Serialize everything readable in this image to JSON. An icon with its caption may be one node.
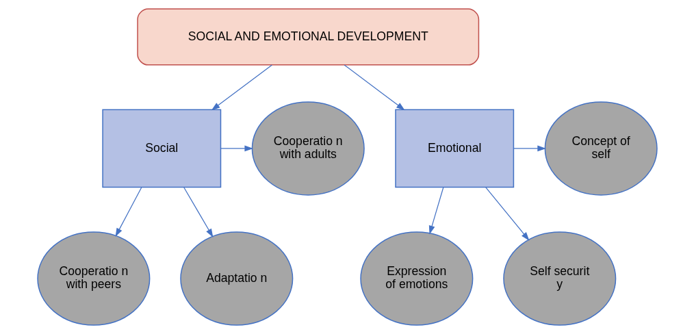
{
  "diagram": {
    "nodes": [
      {
        "text": [
          "SOCIAL AND EMOTIONAL DEVELOPMENT"
        ]
      },
      {
        "text": [
          "Social"
        ]
      },
      {
        "text": [
          "Emotional"
        ]
      },
      {
        "text": [
          "Cooperatio n with adults"
        ]
      },
      {
        "text": [
          "Cooperatio n with peers"
        ]
      },
      {
        "text": [
          "Adaptatio n"
        ]
      },
      {
        "text": [
          "Expression of emotions"
        ]
      },
      {
        "text": [
          "Self securit y"
        ]
      },
      {
        "text": [
          "Concept of self"
        ]
      }
    ],
    "edges": [
      {
        "from": 0,
        "to": 1,
        "arrow": "to"
      },
      {
        "from": 0,
        "to": 2,
        "arrow": "to"
      },
      {
        "from": 1,
        "to": 3,
        "arrow": "to"
      },
      {
        "from": 1,
        "to": 4,
        "arrow": "to"
      },
      {
        "from": 1,
        "to": 5,
        "arrow": "to"
      },
      {
        "from": 2,
        "to": 8,
        "arrow": "to"
      },
      {
        "from": 2,
        "to": 6,
        "arrow": "to"
      },
      {
        "from": 2,
        "to": 7,
        "arrow": "to"
      }
    ]
  }
}
